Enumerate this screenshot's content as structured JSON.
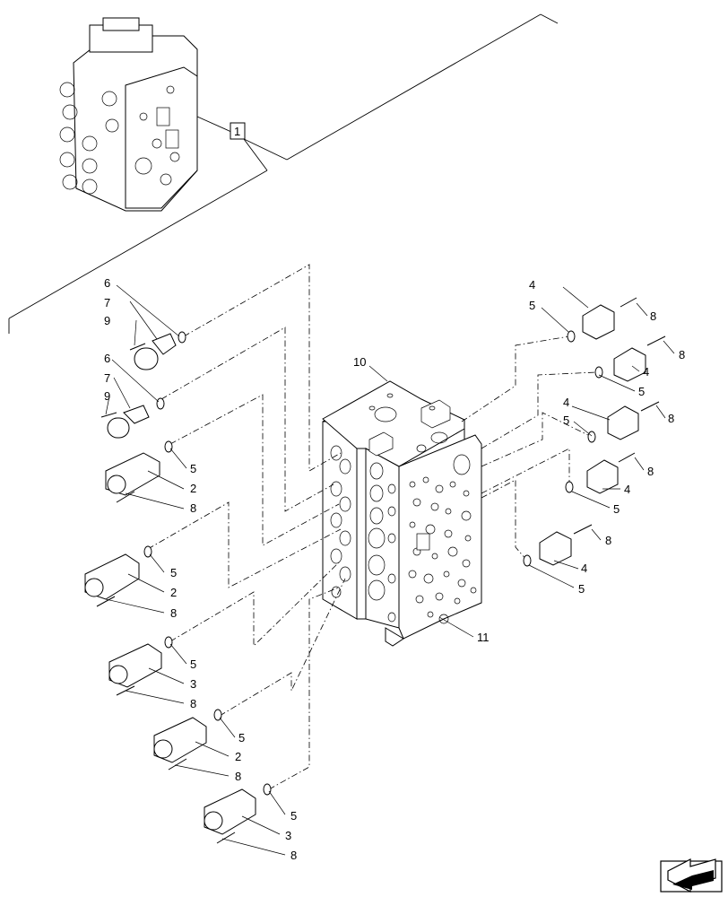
{
  "callouts": {
    "c1": "1",
    "c2a": "2",
    "c2b": "2",
    "c2c": "2",
    "c3a": "3",
    "c3b": "3",
    "c4a": "4",
    "c4b": "4",
    "c4c": "4",
    "c4d": "4",
    "c4e": "4",
    "c5a": "5",
    "c5b": "5",
    "c5c": "5",
    "c5d": "5",
    "c5e": "5",
    "c5f": "5",
    "c5g": "5",
    "c5h": "5",
    "c5i": "5",
    "c5j": "5",
    "c6a": "6",
    "c6b": "6",
    "c7a": "7",
    "c7b": "7",
    "c8a": "8",
    "c8b": "8",
    "c8c": "8",
    "c8d": "8",
    "c8e": "8",
    "c8f": "8",
    "c8g": "8",
    "c8h": "8",
    "c8i": "8",
    "c8j": "8",
    "c9a": "9",
    "c9b": "9",
    "c10": "10",
    "c11": "11"
  },
  "icons": {
    "nav": "arrow-left-icon"
  }
}
